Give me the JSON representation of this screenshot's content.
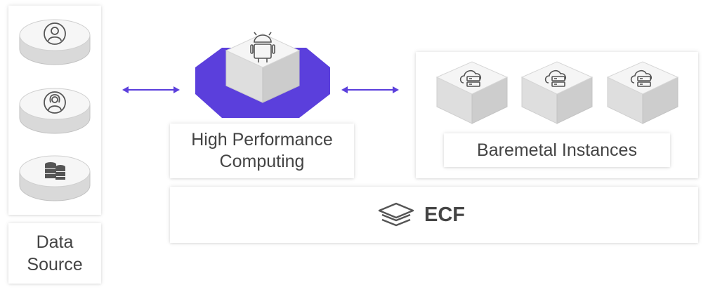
{
  "data_source": {
    "label_line1": "Data",
    "label_line2": "Source",
    "items": [
      {
        "icon": "user-icon"
      },
      {
        "icon": "user-female-icon"
      },
      {
        "icon": "database-icon"
      }
    ]
  },
  "hpc": {
    "label_line1": "High Performance",
    "label_line2": "Computing",
    "icon": "android-icon"
  },
  "baremetal": {
    "label": "Baremetal Instances",
    "instances": [
      {
        "icon": "cloud-server-icon"
      },
      {
        "icon": "cloud-server-icon"
      },
      {
        "icon": "cloud-server-icon"
      }
    ]
  },
  "ecf": {
    "label": "ECF",
    "icon": "layers-icon"
  },
  "colors": {
    "accent": "#5b3fdc",
    "text": "#444444",
    "cube_top": "#f4f4f4",
    "cube_side": "#dcdcdc"
  }
}
